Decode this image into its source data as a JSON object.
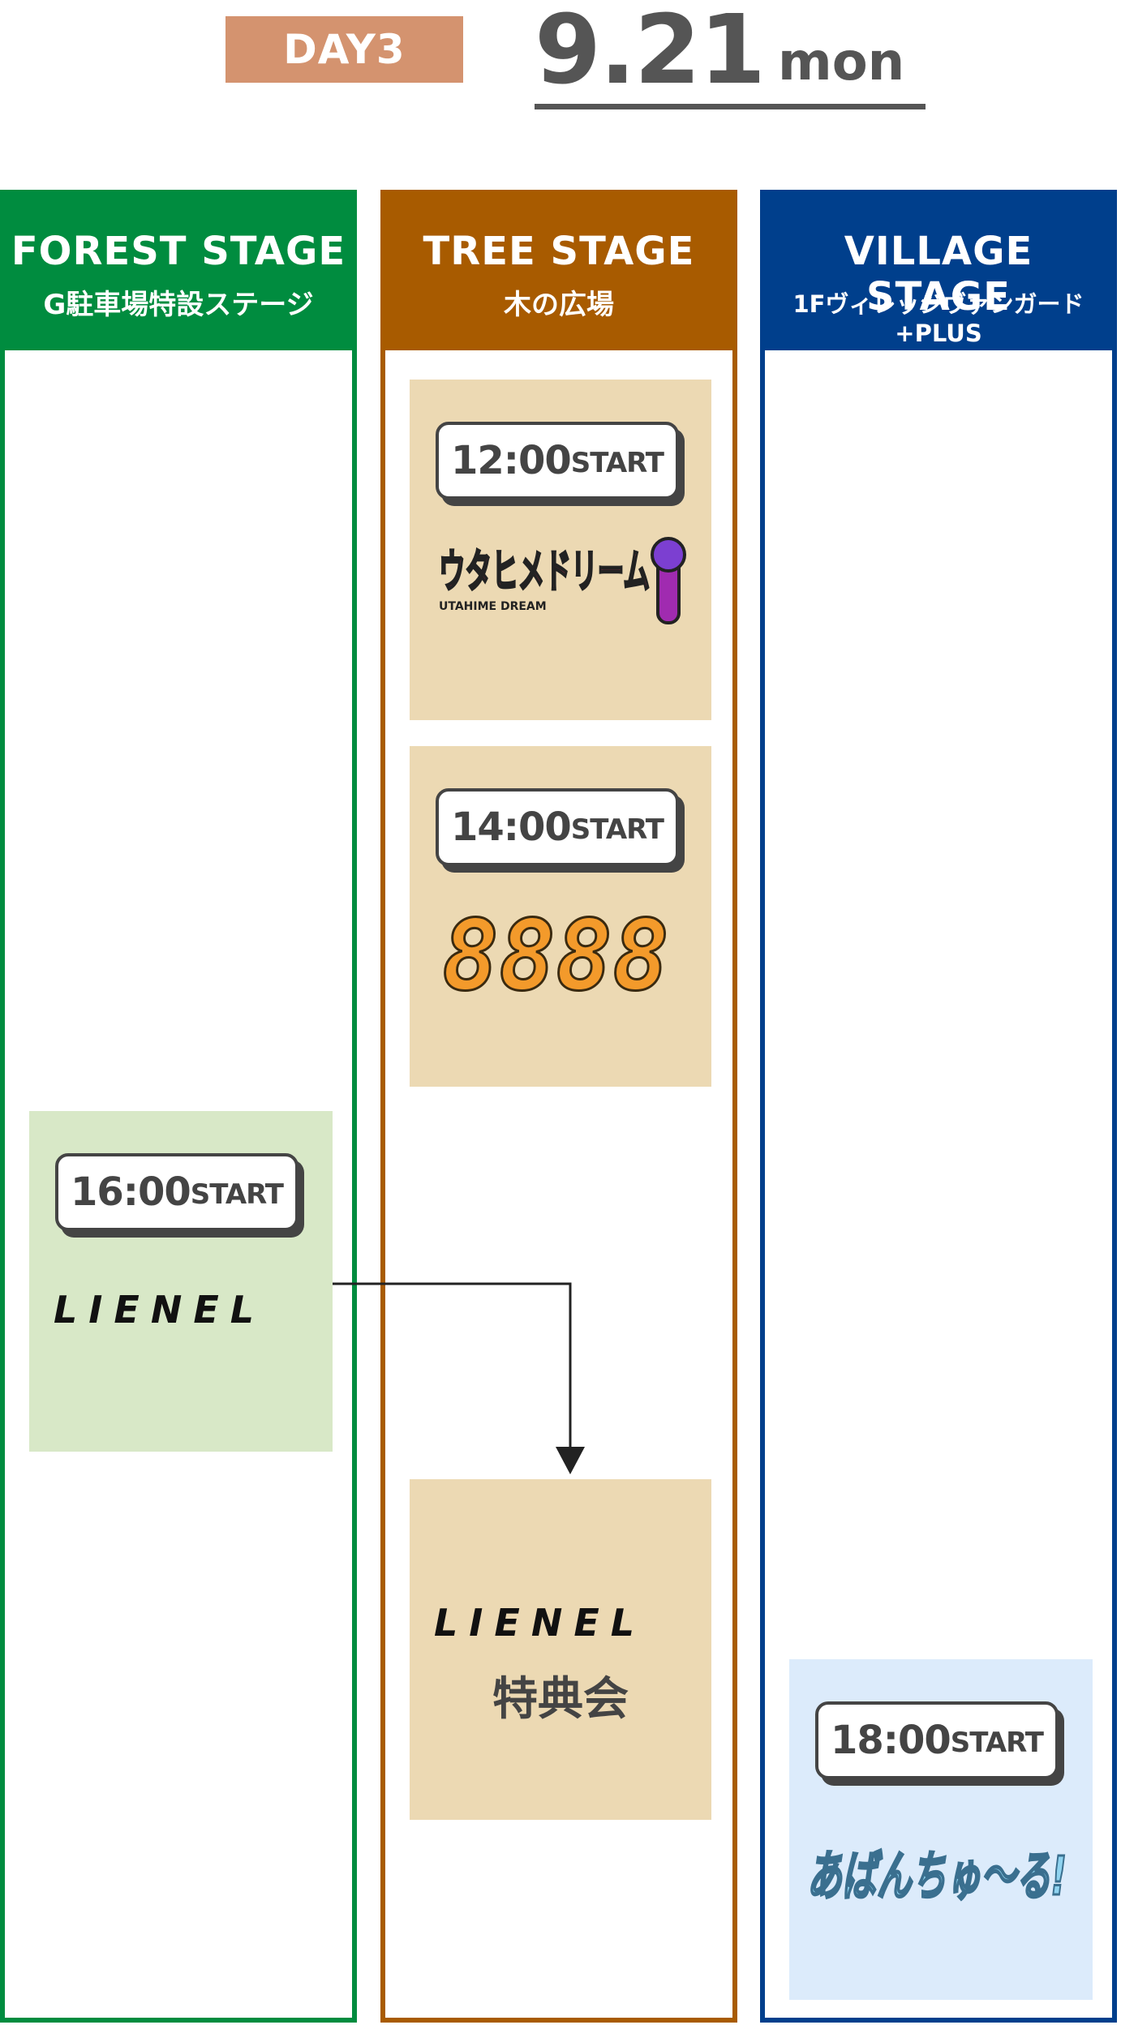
{
  "header": {
    "day_label": "DAY3",
    "date": "9.21",
    "weekday": "mon"
  },
  "stages": {
    "forest": {
      "title": "FOREST STAGE",
      "subtitle": "G駐車場特設ステージ"
    },
    "tree": {
      "title": "TREE STAGE",
      "subtitle": "木の広場"
    },
    "village": {
      "title": "VILLAGE STAGE",
      "subtitle": "1Fヴィレッジヴァンガード+PLUS"
    }
  },
  "events": {
    "tree_1200": {
      "time": "12:00",
      "start": "START",
      "logo_text": "ウタヒメドリーム",
      "logo_sub": "UTAHIME DREAM"
    },
    "tree_1400": {
      "time": "14:00",
      "start": "START",
      "logo_text": "8888"
    },
    "forest_1600": {
      "time": "16:00",
      "start": "START",
      "logo_text": "LIENEL"
    },
    "tree_tokuten": {
      "logo_text": "LIENEL",
      "label": "特典会"
    },
    "village_1800": {
      "time": "18:00",
      "start": "START",
      "logo_text": "あばんちゅ〜る!"
    }
  },
  "colors": {
    "forest": "#008c3f",
    "tree": "#a85b00",
    "village": "#003f8c",
    "day_badge": "#d4936f"
  }
}
